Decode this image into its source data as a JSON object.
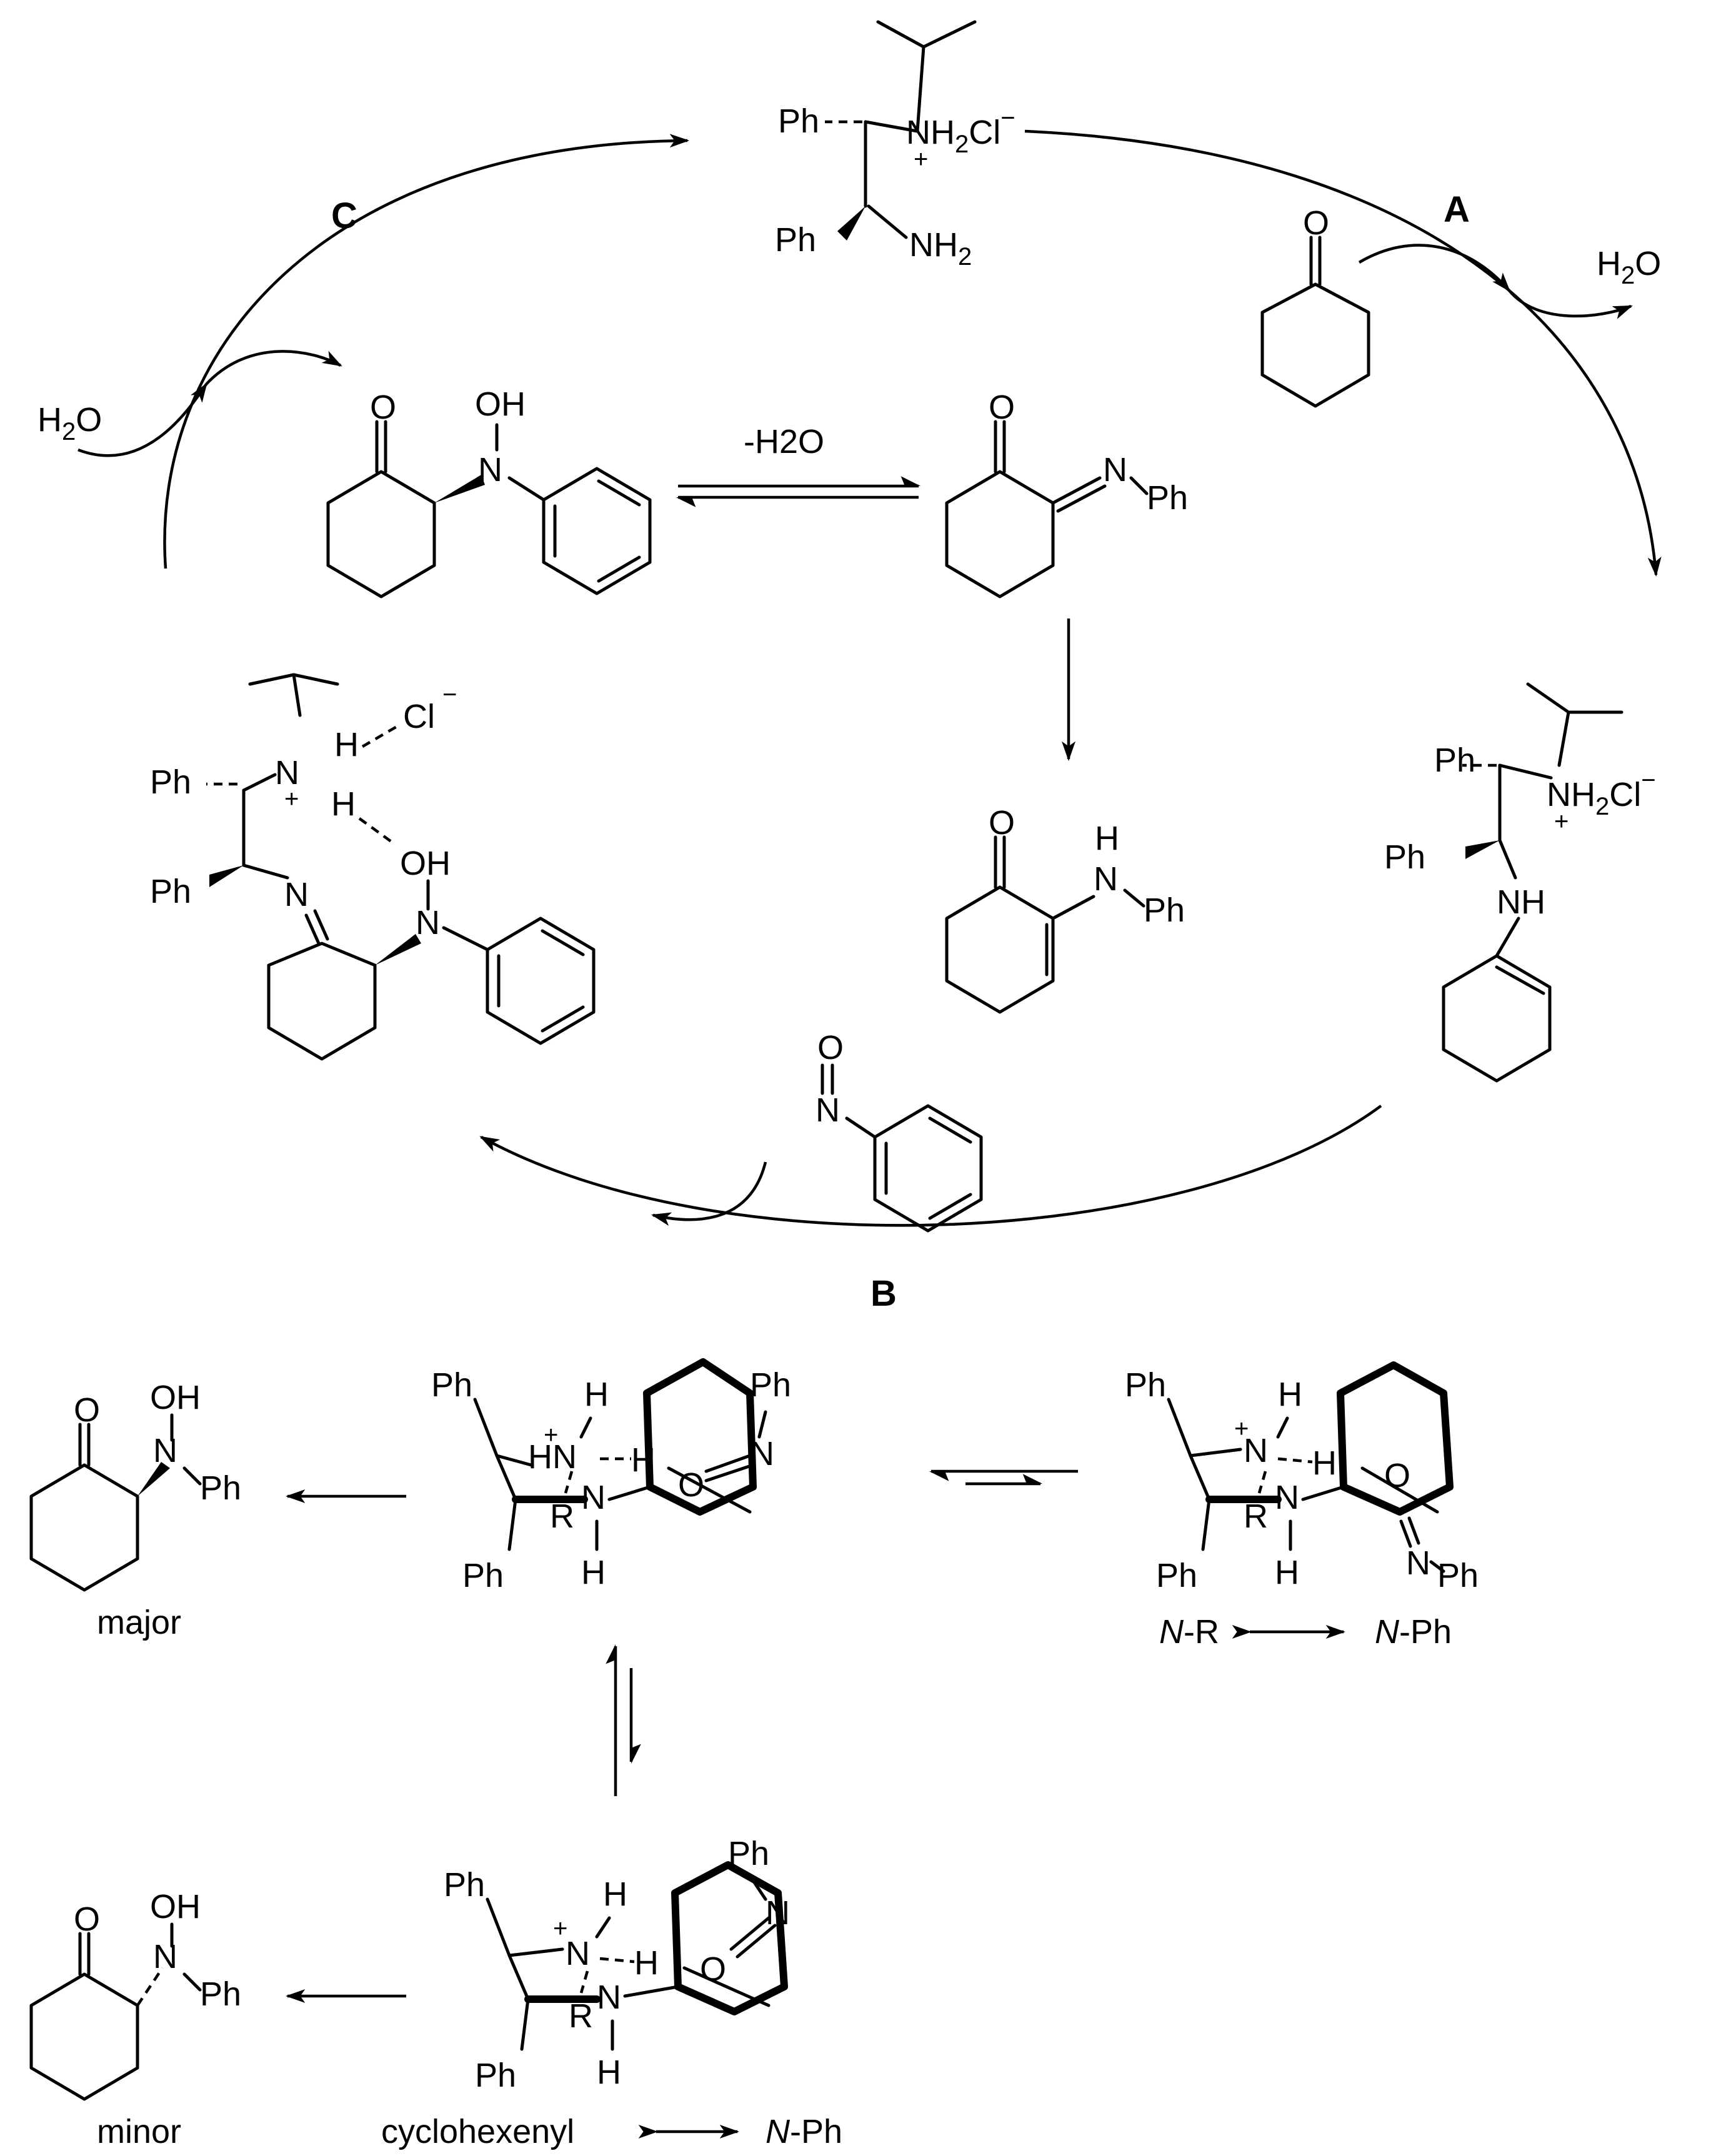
{
  "labels": {
    "ph": "Ph",
    "o": "O",
    "oh": "OH",
    "n": "N",
    "nh": "NH",
    "nh2": "NH2",
    "h": "H",
    "cl": "Cl",
    "plus": "+",
    "minus": "−",
    "r": "R",
    "h2o": "H2O",
    "minus_h2o": "-H2O",
    "sub2": "2"
  },
  "steps": {
    "a": "A",
    "b": "B",
    "c": "C"
  },
  "captions": {
    "major": "major",
    "minor": "minor",
    "nr_italic": "N",
    "nr_rest": "-R",
    "nph_italic": "N",
    "nph_rest": "-Ph",
    "cyclohexenyl": "cyclohexenyl"
  }
}
